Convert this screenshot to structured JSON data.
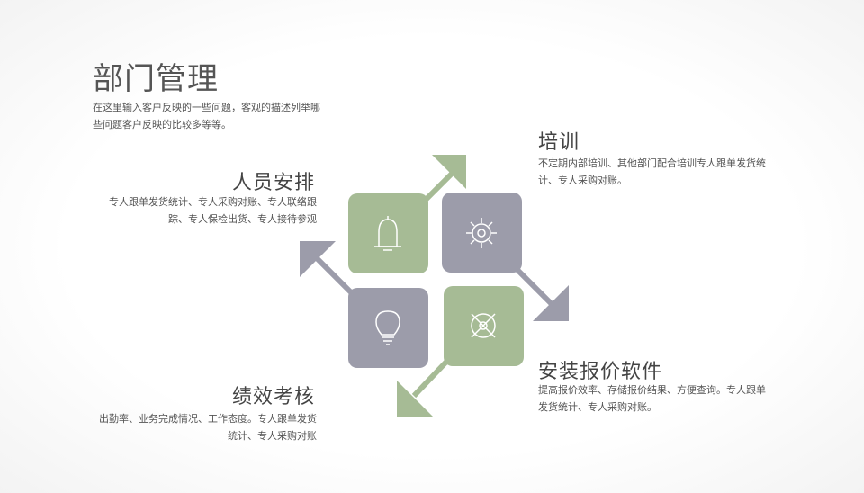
{
  "title": "部门管理",
  "intro": "在这里输入客户反映的一些问题，客观的描述列举哪些问题客户反映的比较多等等。",
  "sections": {
    "training": {
      "heading": "培训",
      "text": "不定期内部培训、其他部门配合培训专人跟单发货统计、专人采购对账。"
    },
    "staffing": {
      "heading": "人员安排",
      "text": "专人跟单发货统计、专人采购对账、专人联络跟踪、专人保检出货、专人接待参观"
    },
    "performance": {
      "heading": "绩效考核",
      "text": "出勤率、业务完成情况、工作态度。专人跟单发货统计、专人采购对账"
    },
    "software": {
      "heading": "安装报价软件",
      "text": "提高报价效率、存储报价结果、方便查询。专人跟单发货统计、专人采购对账。"
    }
  },
  "colors": {
    "green": "#a6bb95",
    "gray": "#9c9caa",
    "icon": "#ffffff"
  },
  "icons": [
    "bell-icon",
    "gear-icon",
    "lightbulb-icon",
    "target-icon"
  ]
}
